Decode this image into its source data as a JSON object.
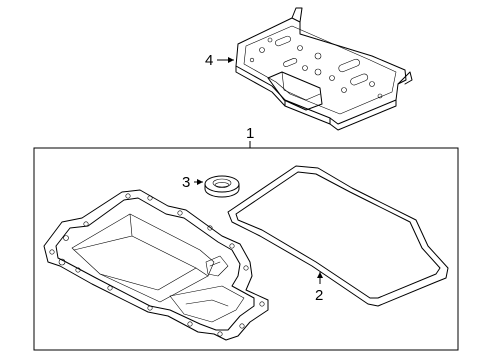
{
  "callouts": {
    "assembly": "1",
    "gasket": "2",
    "seal": "3",
    "filter": "4"
  }
}
